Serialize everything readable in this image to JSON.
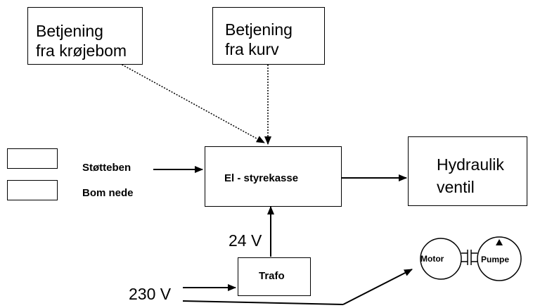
{
  "boxes": {
    "betjening_krojebom": [
      "Betjening",
      "fra krøjebom"
    ],
    "betjening_kurv": [
      "Betjening",
      "fra kurv"
    ],
    "el_styrekasse": "El - styrekasse",
    "hydraulik_ventil": [
      "Hydraulik",
      "ventil"
    ],
    "trafo": "Trafo"
  },
  "inputs": {
    "stotteben": "Støtteben",
    "bom_nede": "Bom nede"
  },
  "voltages": {
    "low": "24 V",
    "mains": "230 V"
  },
  "motor_pump": {
    "motor": "Motor",
    "pumpe": "Pumpe"
  }
}
